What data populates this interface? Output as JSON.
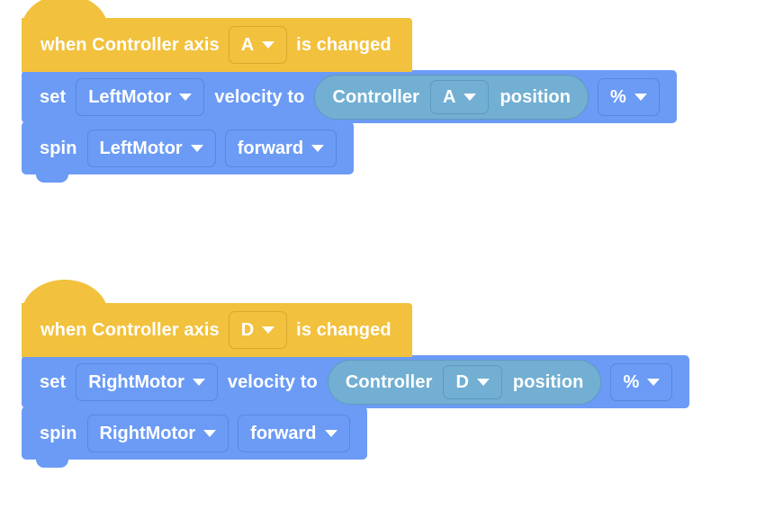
{
  "canvas": {
    "background": "#ffffff",
    "palette": {
      "event_yellow": "#F2C13D",
      "event_yellow_border": "#D9A92F",
      "motor_blue": "#6B9BF5",
      "motor_blue_border": "#5A87DC",
      "sensing_teal": "#72AFD2",
      "sensing_teal_border": "#5E9AC0",
      "text_white": "#FFFFFF"
    }
  },
  "scripts": [
    {
      "id": "script-1",
      "blocks": [
        {
          "type": "hat",
          "name": "when-controller-axis-changed",
          "parts": {
            "prefix": "when Controller axis",
            "axis": "A",
            "suffix": "is changed"
          }
        },
        {
          "type": "stack",
          "name": "set-motor-velocity",
          "parts": {
            "prefix": "set",
            "motor": "LeftMotor",
            "middle": "velocity to",
            "reporter": {
              "prefix": "Controller",
              "axis": "A",
              "suffix": "position"
            },
            "unit": "%"
          }
        },
        {
          "type": "stack",
          "name": "spin-motor",
          "parts": {
            "prefix": "spin",
            "motor": "LeftMotor",
            "direction": "forward"
          }
        }
      ]
    },
    {
      "id": "script-2",
      "blocks": [
        {
          "type": "hat",
          "name": "when-controller-axis-changed",
          "parts": {
            "prefix": "when Controller axis",
            "axis": "D",
            "suffix": "is changed"
          }
        },
        {
          "type": "stack",
          "name": "set-motor-velocity",
          "parts": {
            "prefix": "set",
            "motor": "RightMotor",
            "middle": "velocity to",
            "reporter": {
              "prefix": "Controller",
              "axis": "D",
              "suffix": "position"
            },
            "unit": "%"
          }
        },
        {
          "type": "stack",
          "name": "spin-motor",
          "parts": {
            "prefix": "spin",
            "motor": "RightMotor",
            "direction": "forward"
          }
        }
      ]
    }
  ],
  "icons": {
    "caret": "chevron-down-icon"
  }
}
